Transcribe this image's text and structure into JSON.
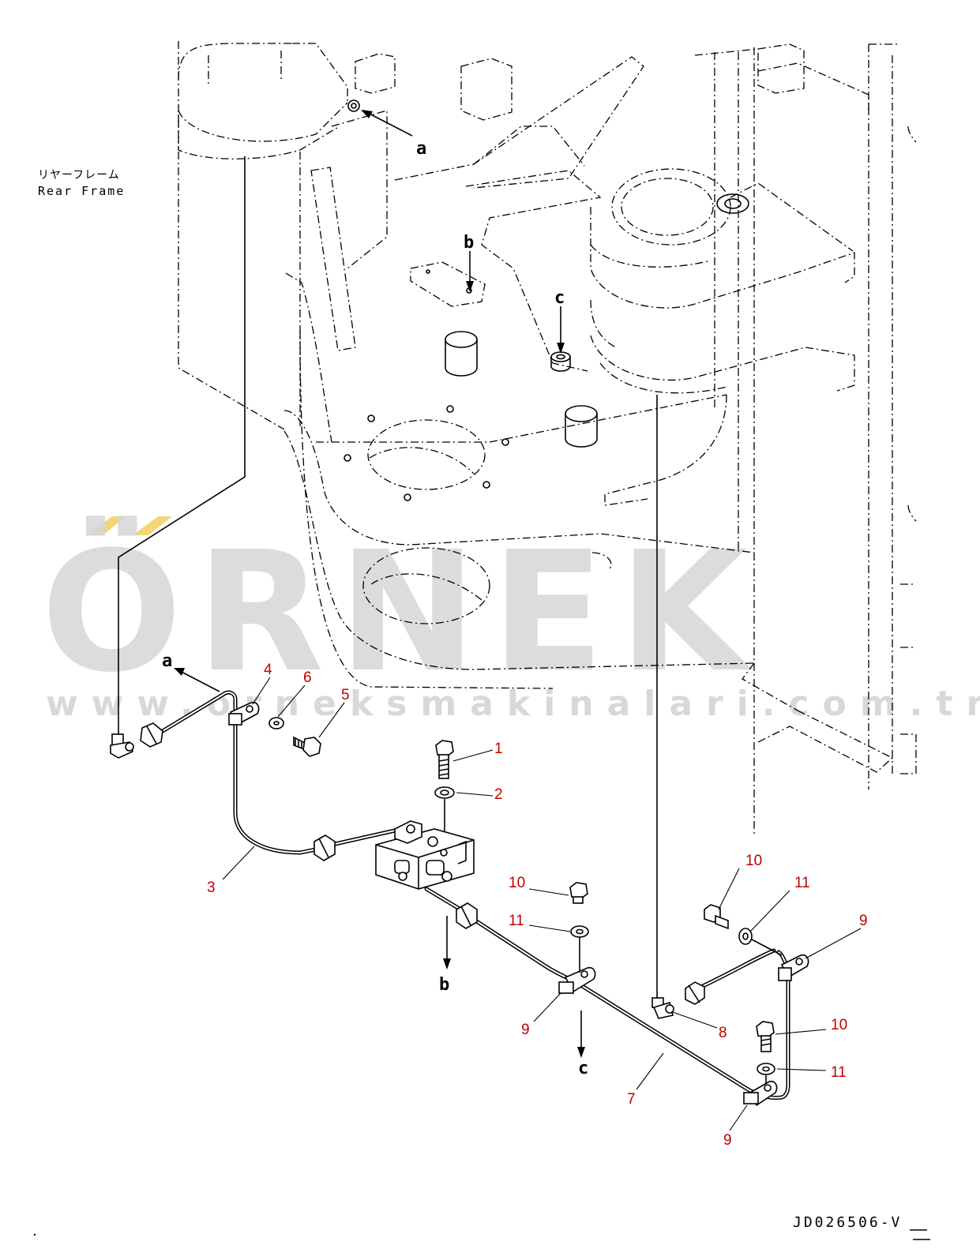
{
  "frame_label": {
    "japanese": "リヤーフレーム",
    "english": "Rear Frame"
  },
  "reference_letters": {
    "a": "a",
    "b": "b",
    "c": "c"
  },
  "part_numbers": {
    "p1": "1",
    "p2": "2",
    "p3": "3",
    "p4": "4",
    "p5": "5",
    "p6": "6",
    "p7": "7",
    "p8": "8",
    "p9": "9",
    "p10": "10",
    "p11": "11"
  },
  "drawing_code": "JD026506-V",
  "watermark": {
    "brand": "ÖRNEK",
    "url": "www.orneksmakinalari.com.tr",
    "dot_color": "#f3d166",
    "text_color": "#d6d6d9"
  },
  "colors": {
    "line": "#000000",
    "part_number": "#c00000",
    "background": "#ffffff"
  }
}
